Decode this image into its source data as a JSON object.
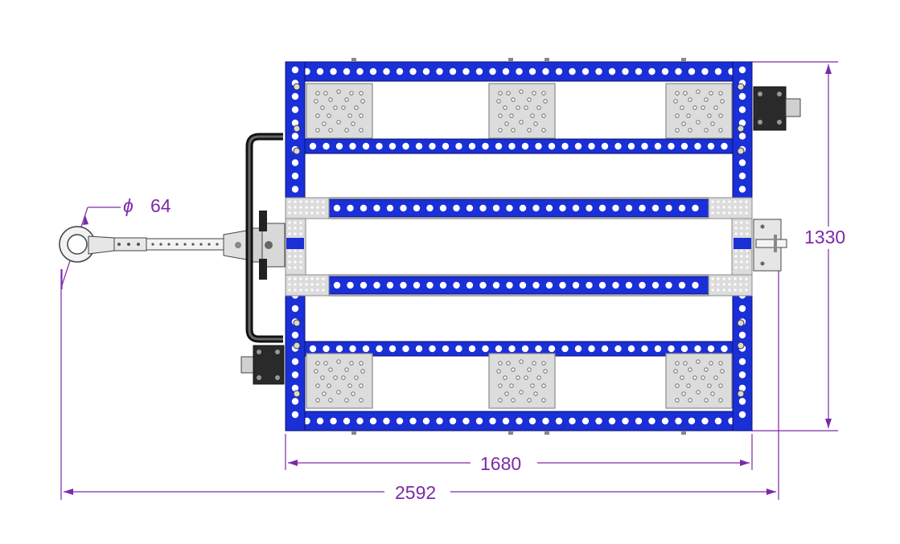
{
  "colors": {
    "frame_blue": "#1a2fd6",
    "frame_outline": "#0a1170",
    "hole_white": "#ffffff",
    "plate_gray": "#dcdcdc",
    "plate_edge": "#8a8a8a",
    "dimension_purple": "#7b2aa8",
    "dark_part": "#333333"
  },
  "dimensions": {
    "hitch_diameter_symbol": "ϕ",
    "hitch_diameter": "64",
    "height": "1330",
    "frame_width": "1680",
    "overall_length": "2592"
  }
}
